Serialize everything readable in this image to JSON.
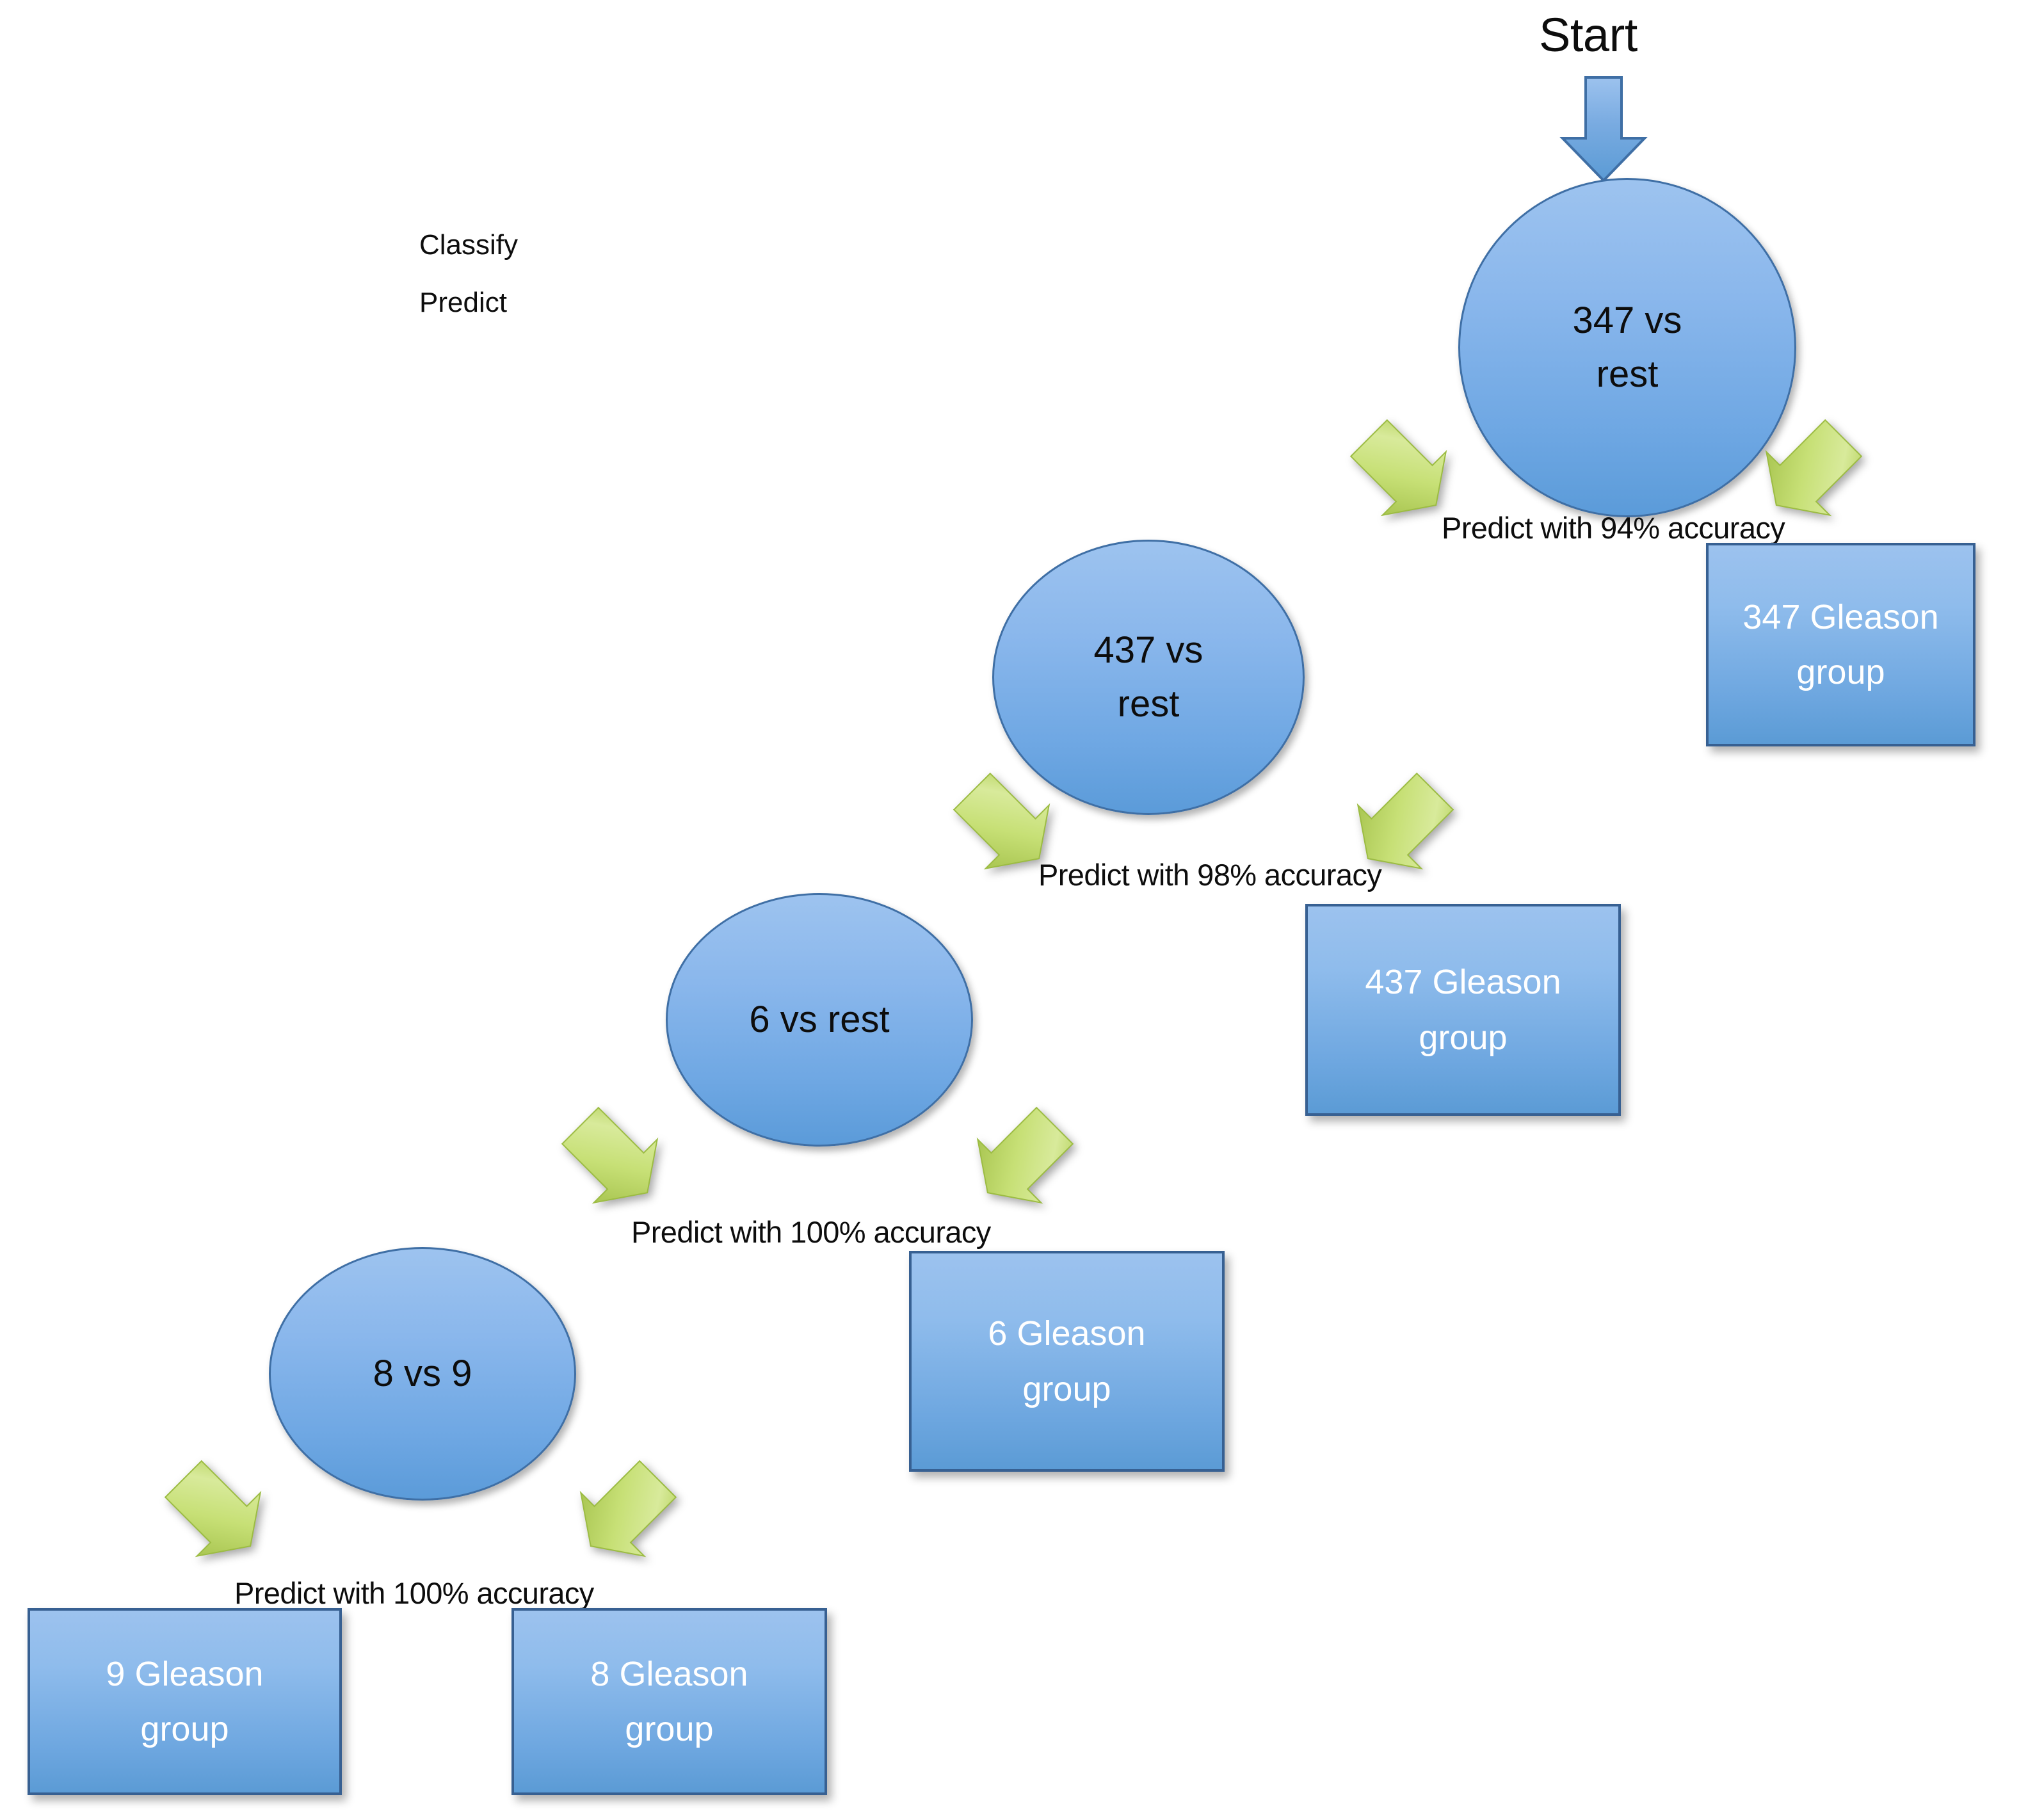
{
  "diagram": {
    "title_label": "Start",
    "legend": {
      "line1": "Classify",
      "line2": "Predict"
    },
    "colors": {
      "node_fill_light": "#9dc3ef",
      "node_fill_dark": "#5b9bd9",
      "node_border": "#3f6fa5",
      "box_fill_light": "#9cc2ee",
      "box_fill_dark": "#5b9bd5",
      "box_border": "#376092",
      "arrow_green_light": "#d6e89a",
      "arrow_green_mid": "#c2dd6b",
      "arrow_green_dark": "#9cbc43",
      "start_arrow_fill": "#6ba0da",
      "start_arrow_border": "#3f6fa5",
      "text_dark": "#0d0d0d",
      "text_light": "#ffffff"
    },
    "levels": [
      {
        "id": "level-1",
        "node_label": "347 vs\nrest",
        "node_line1": "347 vs",
        "node_line2": "rest",
        "accuracy_label": "Predict with 94% accuracy",
        "accuracy_value": "94%",
        "leaf_label": "347 Gleason\ngroup",
        "leaf_line1": "347 Gleason",
        "leaf_line2": "group"
      },
      {
        "id": "level-2",
        "node_label": "437 vs\nrest",
        "node_line1": "437 vs",
        "node_line2": "rest",
        "accuracy_label": "Predict with 98% accuracy",
        "accuracy_value": "98%",
        "leaf_label": "437 Gleason\ngroup",
        "leaf_line1": "437 Gleason",
        "leaf_line2": "group"
      },
      {
        "id": "level-3",
        "node_label": "6 vs rest",
        "node_line1": "6 vs rest",
        "node_line2": "",
        "accuracy_label": "Predict with 100% accuracy",
        "accuracy_value": "100%",
        "leaf_label": "6 Gleason\ngroup",
        "leaf_line1": "6 Gleason",
        "leaf_line2": "group"
      },
      {
        "id": "level-4",
        "node_label": "8 vs 9",
        "node_line1": "8 vs 9",
        "node_line2": "",
        "accuracy_label": "Predict with 100% accuracy",
        "accuracy_value": "100%",
        "leaf_left_label": "9 Gleason\ngroup",
        "leaf_left_line1": "9 Gleason",
        "leaf_left_line2": "group",
        "leaf_right_label": "8 Gleason\ngroup",
        "leaf_right_line1": "8 Gleason",
        "leaf_right_line2": "group"
      }
    ]
  }
}
